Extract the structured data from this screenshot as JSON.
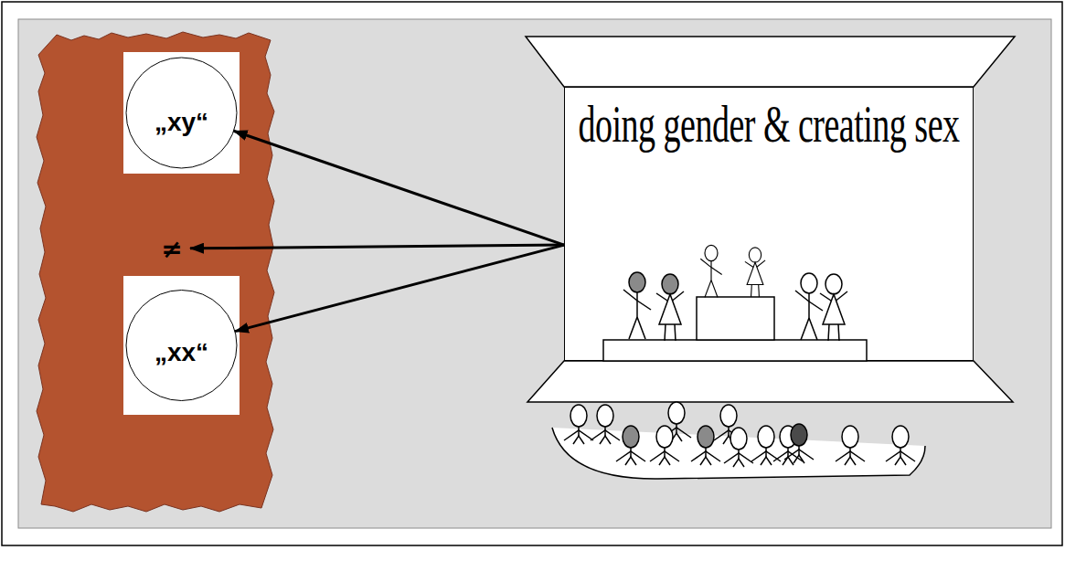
{
  "diagram": {
    "nodes": [
      {
        "text": [
          "„xy“"
        ]
      },
      {
        "text": [
          "≠"
        ]
      },
      {
        "text": [
          "„xx“"
        ]
      },
      {
        "text": [
          "doing gender & creating sex"
        ]
      }
    ],
    "edges": [
      {
        "from": 3,
        "to": 0,
        "arrow": "to"
      },
      {
        "from": 3,
        "to": 1,
        "arrow": "to"
      },
      {
        "from": 3,
        "to": 2,
        "arrow": "to"
      }
    ]
  }
}
